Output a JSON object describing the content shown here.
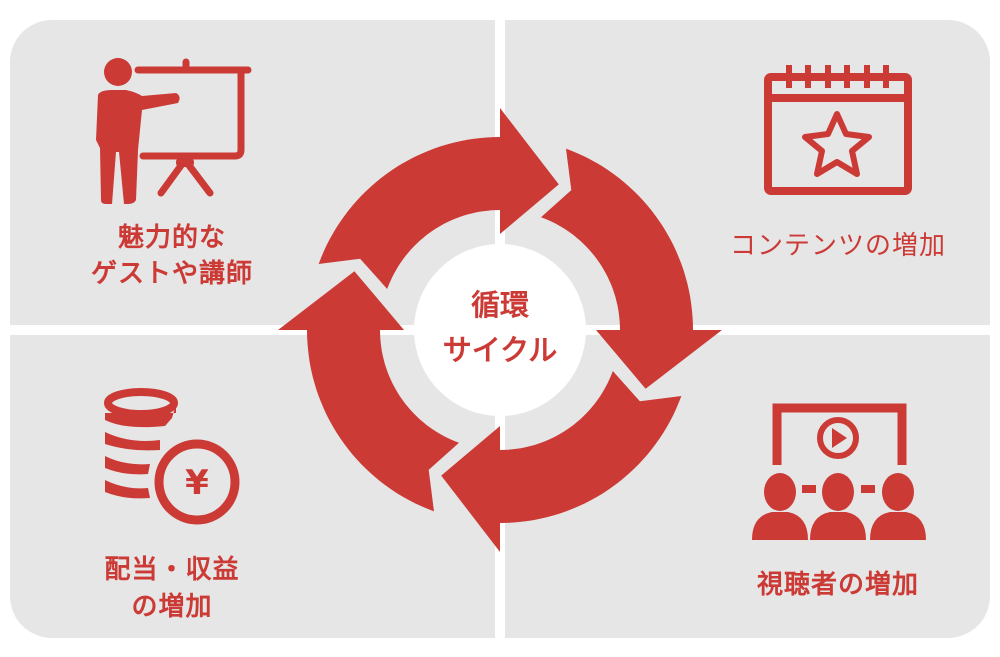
{
  "colors": {
    "accent": "#cc3a36",
    "panel": "#e6e6e6",
    "center": "#ffffff"
  },
  "center": {
    "line1": "循環",
    "line2": "サイクル"
  },
  "quadrants": {
    "top_left": {
      "icon": "presenter-icon",
      "line1": "魅力的な",
      "line2": "ゲストや講師"
    },
    "top_right": {
      "icon": "calendar-star-icon",
      "line1": "コンテンツの増加"
    },
    "bottom_right": {
      "icon": "video-audience-icon",
      "line1": "視聴者の増加"
    },
    "bottom_left": {
      "icon": "yen-coins-icon",
      "line1": "配当・収益",
      "line2": "の増加"
    }
  },
  "yen_symbol": "¥"
}
